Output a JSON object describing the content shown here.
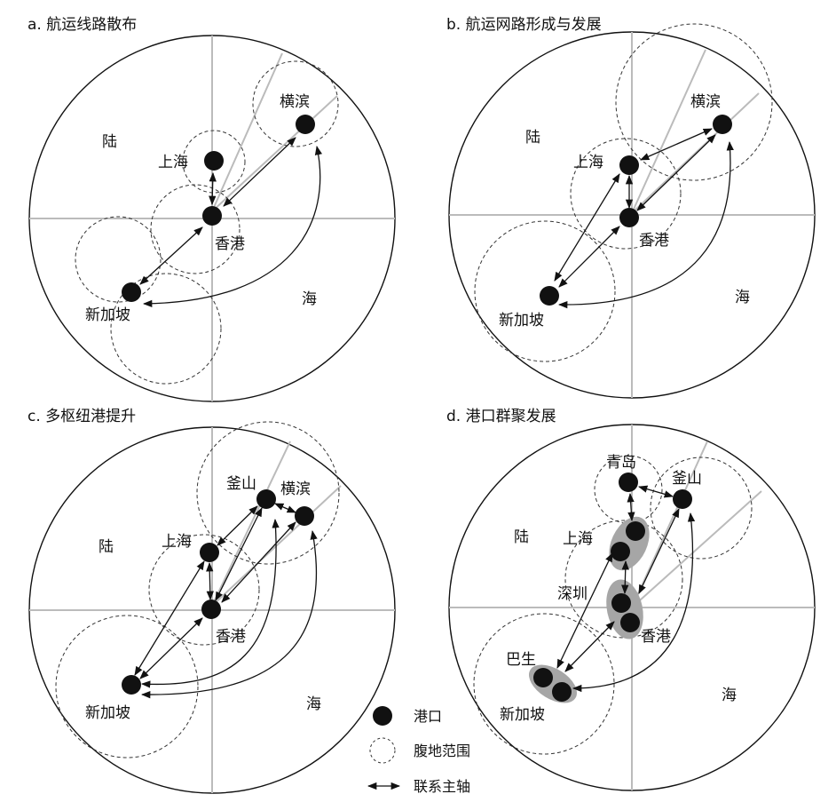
{
  "panels": {
    "a": {
      "title": "a. 航运线路散布",
      "land": "陆",
      "sea": "海",
      "ports": {
        "shanghai": "上海",
        "hongkong": "香港",
        "yokohama": "横滨",
        "singapore": "新加坡"
      }
    },
    "b": {
      "title": "b. 航运网路形成与发展",
      "land": "陆",
      "sea": "海",
      "ports": {
        "shanghai": "上海",
        "hongkong": "香港",
        "yokohama": "横滨",
        "singapore": "新加坡"
      }
    },
    "c": {
      "title": "c. 多枢纽港提升",
      "land": "陆",
      "sea": "海",
      "ports": {
        "busan": "釜山",
        "yokohama": "横滨",
        "shanghai": "上海",
        "hongkong": "香港",
        "singapore": "新加坡"
      }
    },
    "d": {
      "title": "d. 港口群聚发展",
      "land": "陆",
      "sea": "海",
      "ports": {
        "qingdao": "青岛",
        "busan": "釜山",
        "shanghai": "上海",
        "shenzhen": "深圳",
        "hongkong": "香港",
        "klang": "巴生",
        "singapore": "新加坡"
      }
    }
  },
  "legend": {
    "port": "港口",
    "hinterland": "腹地范围",
    "axis": "联系主轴"
  }
}
